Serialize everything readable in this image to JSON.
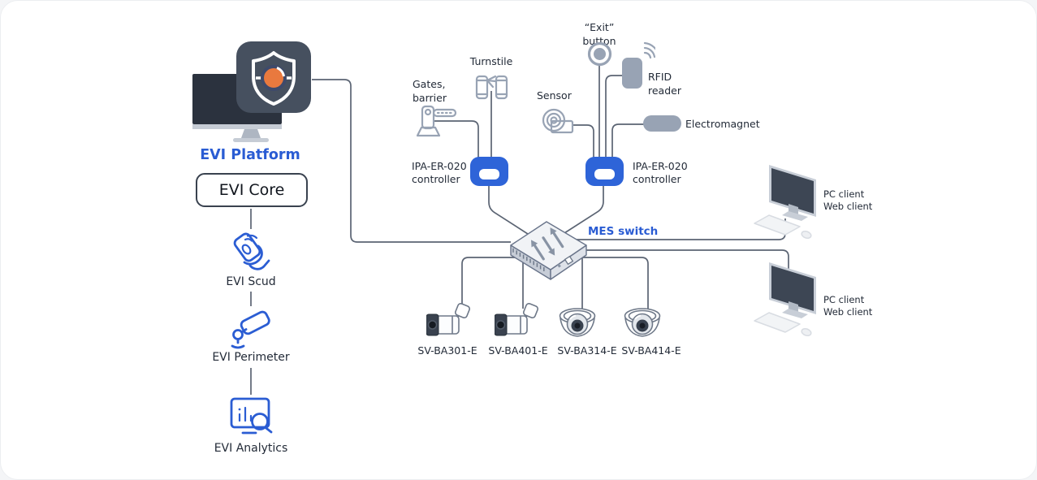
{
  "colors": {
    "accent_text": "#2a5cd3",
    "icon_blue": "#2b5dd3",
    "controller_blue": "#2e64d8",
    "wire_gray": "#5b6473",
    "device_gray": "#98a3b4",
    "dark_slate": "#46505f",
    "orange_eye": "#e9793e",
    "label_dark": "#232b38"
  },
  "left_stack": {
    "platform_label": "EVI Platform",
    "core_label": "EVI Core",
    "scud_label": "EVI Scud",
    "perimeter_label": "EVI Perimeter",
    "analytics_label": "EVI Analytics"
  },
  "access_devices": {
    "gates": {
      "line1": "Gates,",
      "line2": "barrier"
    },
    "turnstile": {
      "label": "Turnstile"
    },
    "exit_button": {
      "line1": "“Exit”",
      "line2": "button"
    },
    "sensor": {
      "label": "Sensor"
    },
    "rfid": {
      "line1": "RFID",
      "line2": "reader"
    },
    "electromagnet": {
      "label": "Electromagnet"
    }
  },
  "controllers": {
    "left": {
      "line1": "IPA-ER-020",
      "line2": "controller"
    },
    "right": {
      "line1": "IPA-ER-020",
      "line2": "controller"
    }
  },
  "network": {
    "switch_label": "MES switch"
  },
  "cameras": [
    {
      "label": "SV-BA301-E"
    },
    {
      "label": "SV-BA401-E"
    },
    {
      "label": "SV-BA314-E"
    },
    {
      "label": "SV-BA414-E"
    }
  ],
  "clients": {
    "top": {
      "line1": "PC client",
      "line2": "Web client"
    },
    "bottom": {
      "line1": "PC client",
      "line2": "Web client"
    }
  }
}
